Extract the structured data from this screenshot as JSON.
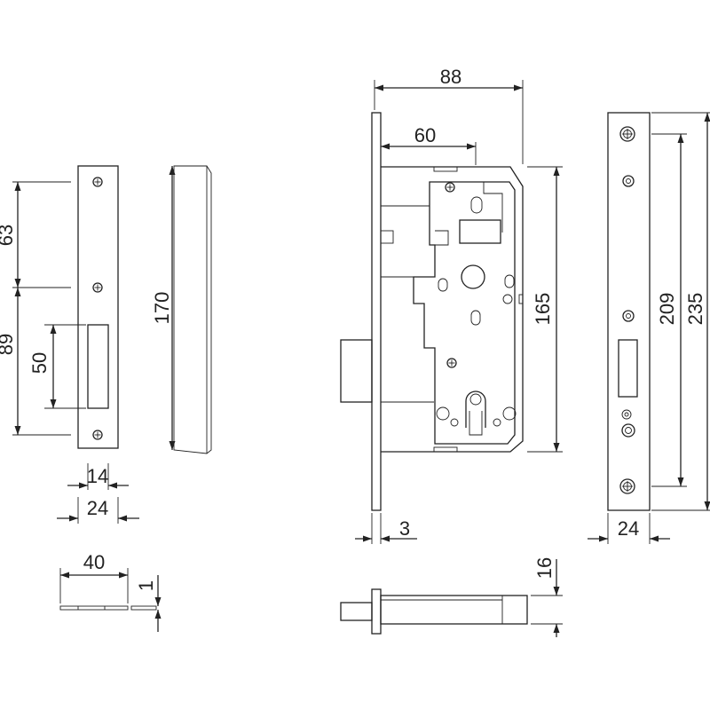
{
  "colors": {
    "ink": "#222222",
    "background": "#ffffff"
  },
  "dimensions": {
    "keep_hole_spacing_upper": "63",
    "keep_hole_spacing_lower": "89",
    "keep_slot_height": "50",
    "keep_length": "170",
    "keep_slot_width": "14",
    "keep_width": "24",
    "keep_length_top": "40",
    "keep_thickness": "1",
    "lock_overall_depth": "88",
    "lock_backset": "60",
    "lock_case_height": "165",
    "forend_thickness": "3",
    "bolt_height": "16",
    "forend_hole_spacing": "209",
    "forend_length": "235",
    "forend_width": "24"
  }
}
